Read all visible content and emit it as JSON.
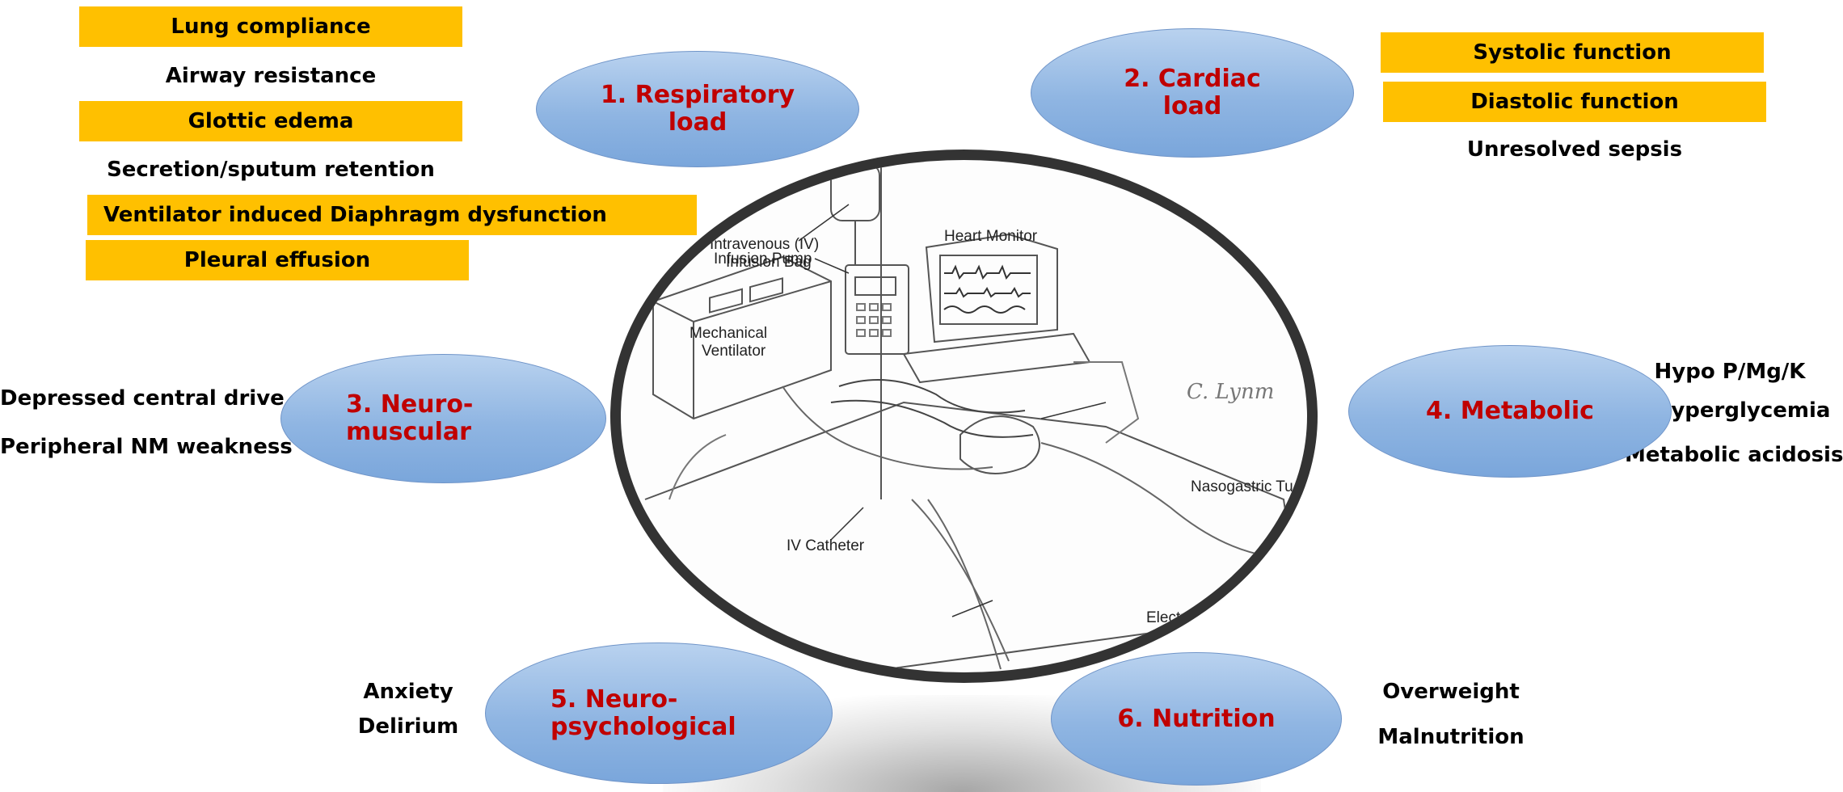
{
  "respiratory": {
    "title": "1. Respiratory\nload",
    "items": [
      "Lung compliance",
      "Airway resistance",
      "Glottic edema",
      "Secretion/sputum retention",
      "Ventilator induced Diaphragm dysfunction",
      "Pleural effusion"
    ]
  },
  "cardiac": {
    "title": "2. Cardiac\nload",
    "items": [
      "Systolic function",
      "Diastolic function",
      "Unresolved sepsis"
    ]
  },
  "neuromuscular": {
    "title": "3. Neuro-\nmuscular",
    "items": [
      "Depressed central drive",
      "Peripheral NM weakness"
    ]
  },
  "metabolic": {
    "title": "4. Metabolic",
    "items": [
      "Hypo P/Mg/K",
      "Hyperglycemia",
      "Metabolic acidosis"
    ]
  },
  "neuropsychological": {
    "title": "5. Neuro-\npsychological",
    "items": [
      "Anxiety",
      "Delirium"
    ]
  },
  "nutrition": {
    "title": "6. Nutrition",
    "items": [
      "Overweight",
      "Malnutrition"
    ]
  },
  "illustration": {
    "labels": {
      "iv_bag": "Intravenous (IV)\nInfusion Bag",
      "infusion_pump": "Infusion Pump",
      "heart_monitor": "Heart Monitor",
      "ventilator": "Mechanical\nVentilator",
      "nasogastric": "Nasogastric Tu",
      "iv_catheter": "IV Catheter",
      "electrodes": "Electrodes",
      "signature": "C. Lynm"
    }
  },
  "colors": {
    "highlight": "#FFC000",
    "title_red": "#C00000",
    "ellipse_blue": "#8fb5e2"
  }
}
